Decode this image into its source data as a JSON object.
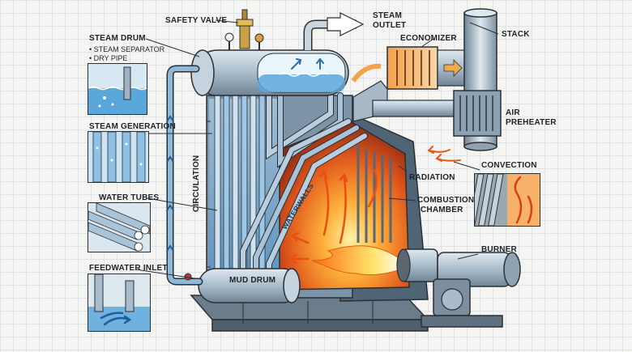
{
  "labels": {
    "safety_valve": "SAFETY VALVE",
    "steam_outlet_line1": "STEAM",
    "steam_outlet_line2": "OUTLET",
    "economizer": "ECONOMIZER",
    "stack": "STACK",
    "steam_drum": "STEAM DRUM",
    "steam_separator": "• STEAM SEPARATOR",
    "dry_pipe": "• DRY PIPE",
    "air_preheater_line1": "AIR",
    "air_preheater_line2": "PREHEATER",
    "steam_generation": "STEAM GENERATION",
    "circulation": "CIRCULATION",
    "convection": "CONVECTION",
    "radiation": "RADIATION",
    "waterwalls": "WATERWALLS",
    "water_tubes": "WATER TUBES",
    "combustion_chamber_line1": "COMBUSTION",
    "combustion_chamber_line2": "CHAMBER",
    "burner": "BURNER",
    "feedwater_inlet": "FEEDWATER INLET",
    "mud_drum": "MUD DRUM"
  },
  "colors": {
    "steel": "#9fb3c4",
    "water": "#5aa7dc",
    "fire": "#f07a22",
    "outline": "#2b2f33"
  }
}
